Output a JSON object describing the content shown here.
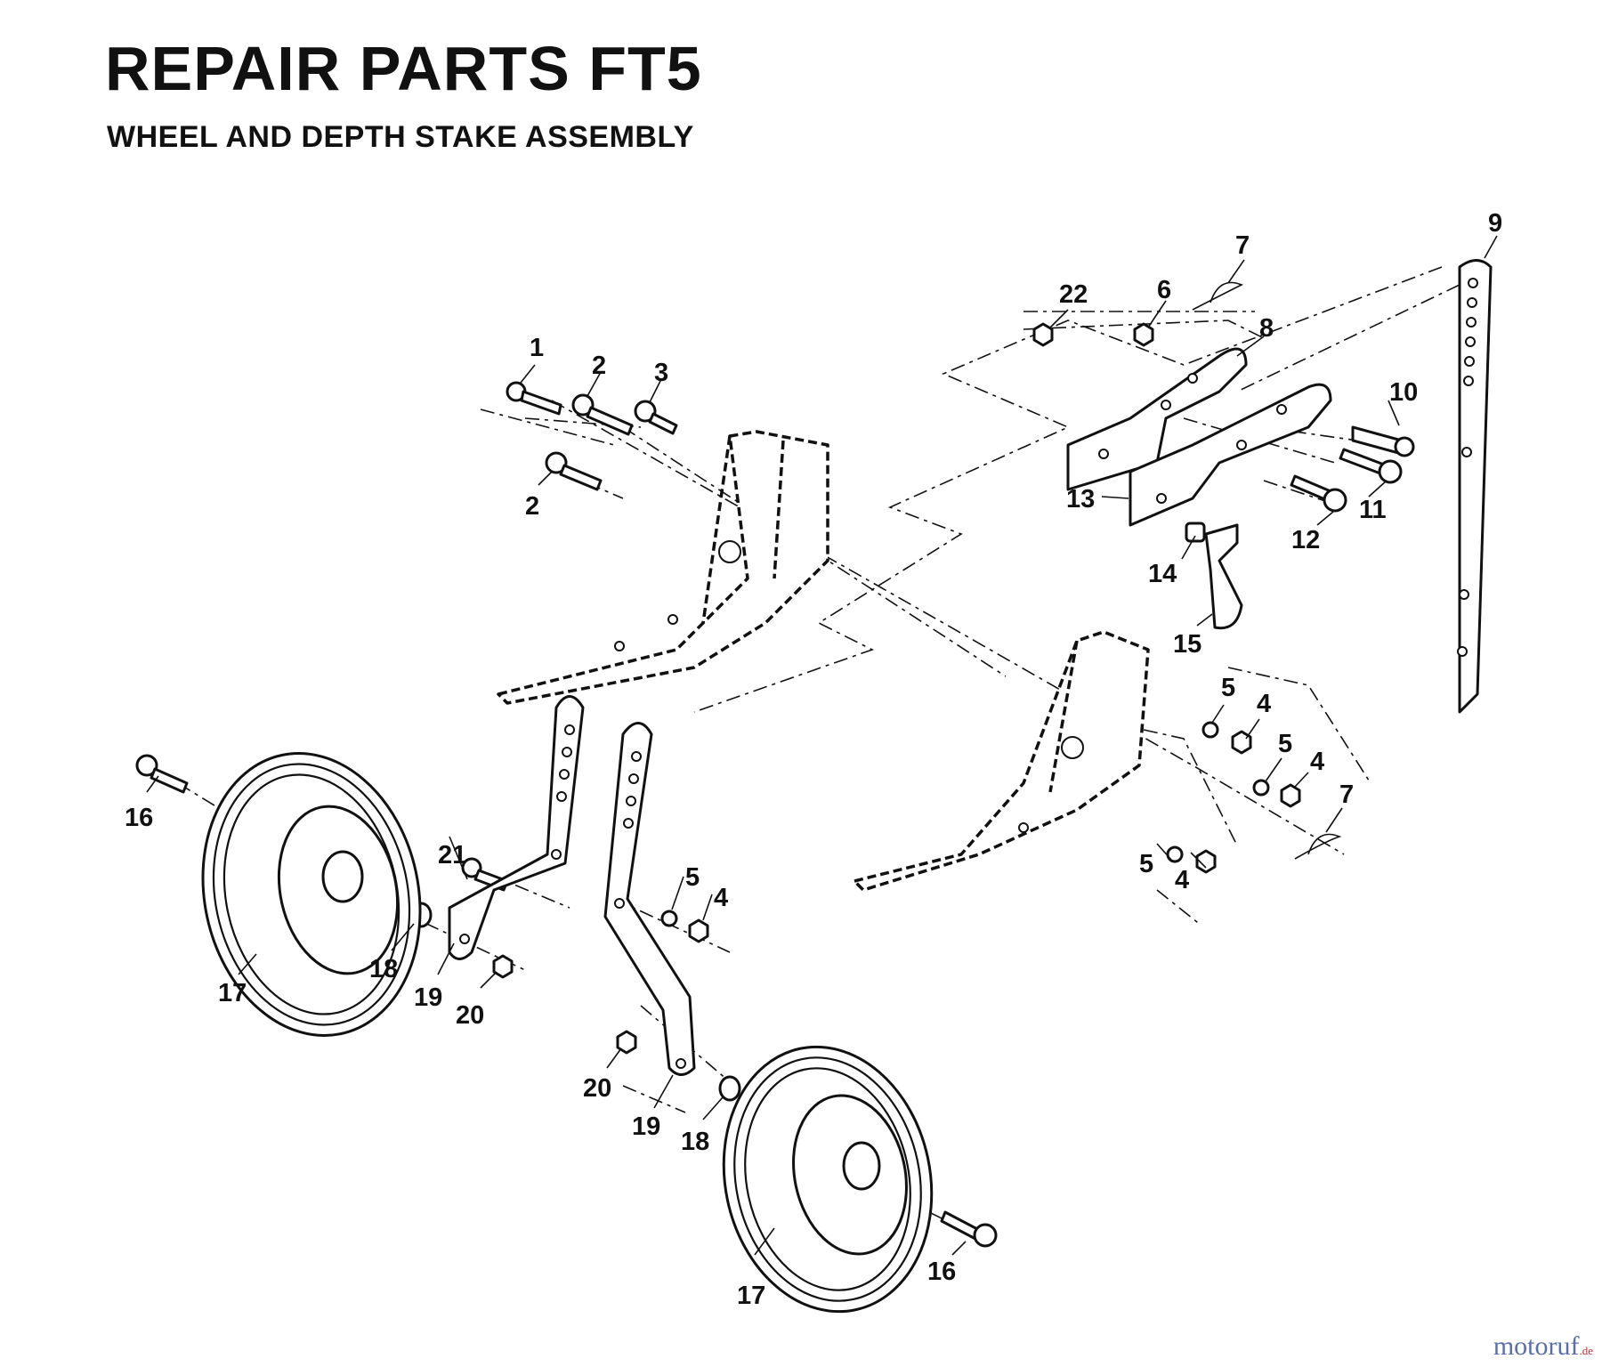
{
  "page": {
    "title": "REPAIR PARTS FT5",
    "subtitle": "WHEEL AND DEPTH STAKE ASSEMBLY",
    "watermark": "motoruf",
    "watermark_suffix": ".de"
  },
  "callouts": {
    "c1": "1",
    "c2a": "2",
    "c2b": "2",
    "c3": "3",
    "c4a": "4",
    "c4b": "4",
    "c4c": "4",
    "c4d": "4",
    "c5a": "5",
    "c5b": "5",
    "c5c": "5",
    "c5d": "5",
    "c6": "6",
    "c7a": "7",
    "c7b": "7",
    "c8": "8",
    "c9": "9",
    "c10": "10",
    "c11": "11",
    "c12": "12",
    "c13": "13",
    "c14": "14",
    "c15": "15",
    "c16a": "16",
    "c16b": "16",
    "c17a": "17",
    "c17b": "17",
    "c18a": "18",
    "c18b": "18",
    "c19a": "19",
    "c19b": "19",
    "c20a": "20",
    "c20b": "20",
    "c21": "21",
    "c22": "22"
  }
}
